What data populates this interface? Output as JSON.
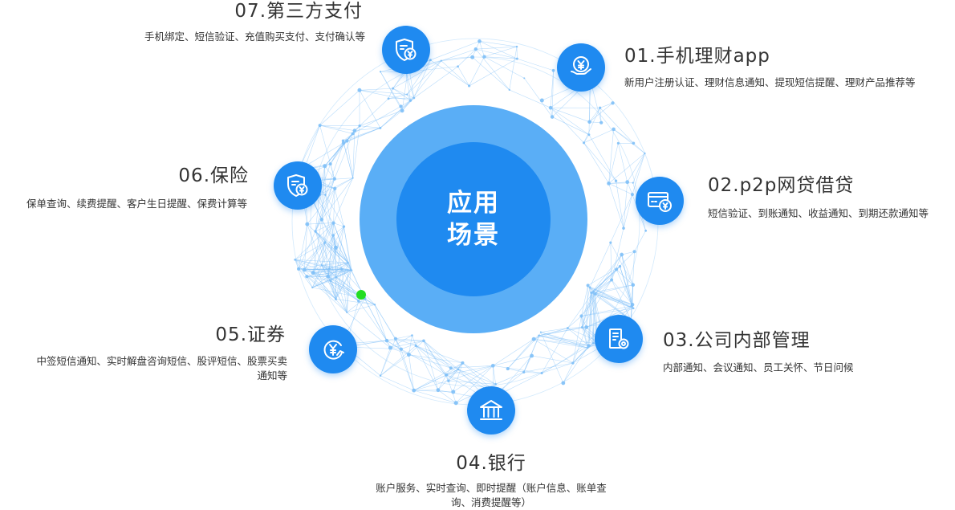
{
  "center": {
    "line1": "应用",
    "line2": "场景"
  },
  "items": [
    {
      "title": "01.手机理财app",
      "desc": "新用户注册认证、理财信息通知、提现短信提醒、理财产品推荐等",
      "icon": "coin-hand-icon"
    },
    {
      "title": "02.p2p网贷借贷",
      "desc": "短信验证、到账通知、收益通知、到期还款通知等",
      "icon": "card-coin-icon"
    },
    {
      "title": "03.公司内部管理",
      "desc": "内部通知、会议通知、员工关怀、节日问候",
      "icon": "building-gear-icon"
    },
    {
      "title": "04.银行",
      "desc": "账户服务、实时查询、即时提醒（账户信息、账单查询、消费提醒等）",
      "icon": "bank-icon"
    },
    {
      "title": "05.证券",
      "desc": "中签短信通知、实时解盘咨询短信、股评短信、股票买卖通知等",
      "icon": "coin-trend-icon"
    },
    {
      "title": "06.保险",
      "desc": "保单查询、续费提醒、客户生日提醒、保费计算等",
      "icon": "shield-coin-icon"
    },
    {
      "title": "07.第三方支付",
      "desc": "手机绑定、短信验证、充值购买支付、支付确认等",
      "icon": "shield-coin-icon"
    }
  ],
  "colors": {
    "primary": "#1f8af0",
    "ring": "#5aaef6",
    "network": "#7fc0f7",
    "accent_dot": "#22dd22"
  }
}
